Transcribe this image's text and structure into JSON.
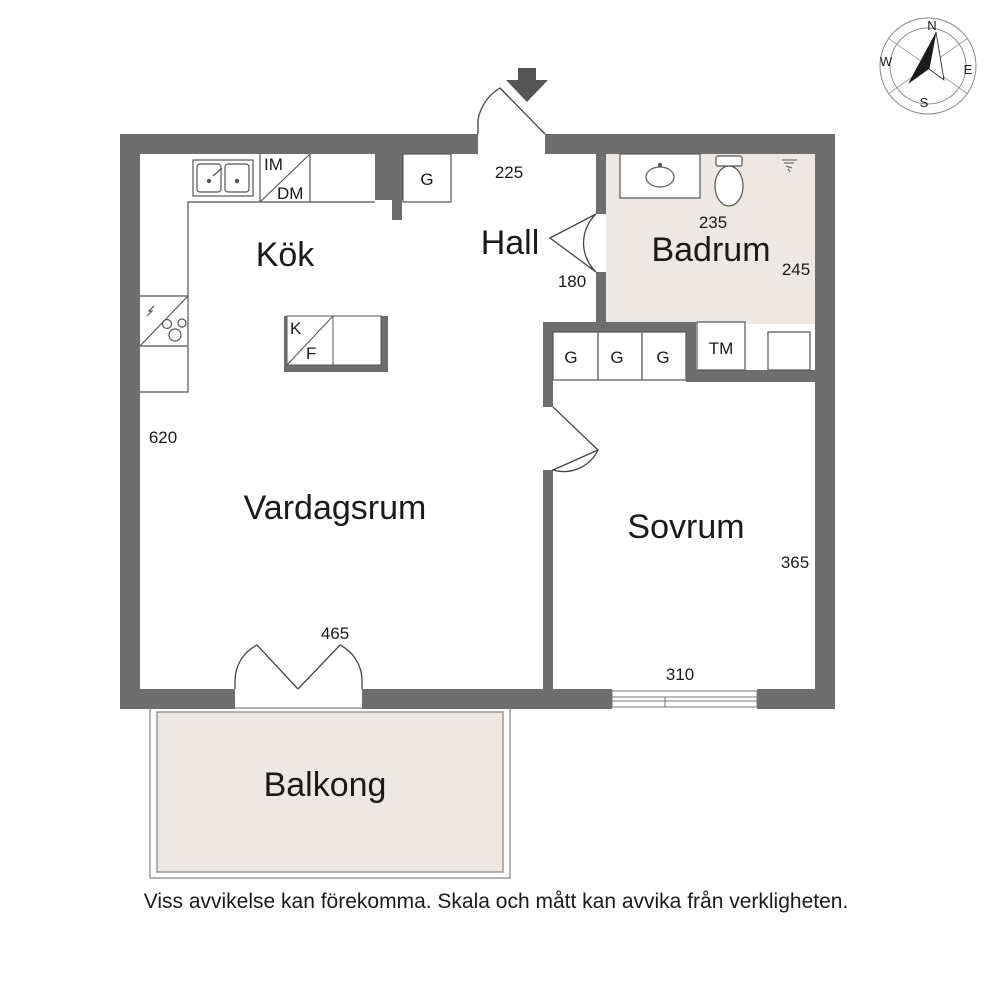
{
  "rooms": {
    "kitchen": "Kök",
    "hall": "Hall",
    "bathroom": "Badrum",
    "living": "Vardagsrum",
    "bedroom": "Sovrum",
    "balcony": "Balkong"
  },
  "dimensions": {
    "hall_width": "225",
    "bath_width": "235",
    "bath_depth": "245",
    "hall_depth": "180",
    "living_depth": "620",
    "living_width": "465",
    "bedroom_depth": "365",
    "bedroom_width": "310"
  },
  "labels": {
    "im": "IM",
    "dm": "DM",
    "k": "K",
    "f": "F",
    "g": "G",
    "tm": "TM"
  },
  "compass": {
    "n": "N",
    "e": "E",
    "s": "S",
    "w": "W"
  },
  "disclaimer": "Viss avvikelse kan förekomma. Skala och mått kan avvika från verkligheten.",
  "colors": {
    "wall": "#6e6e6e",
    "floor_tint": "#ede8e3",
    "ink": "#1a1a1a"
  }
}
